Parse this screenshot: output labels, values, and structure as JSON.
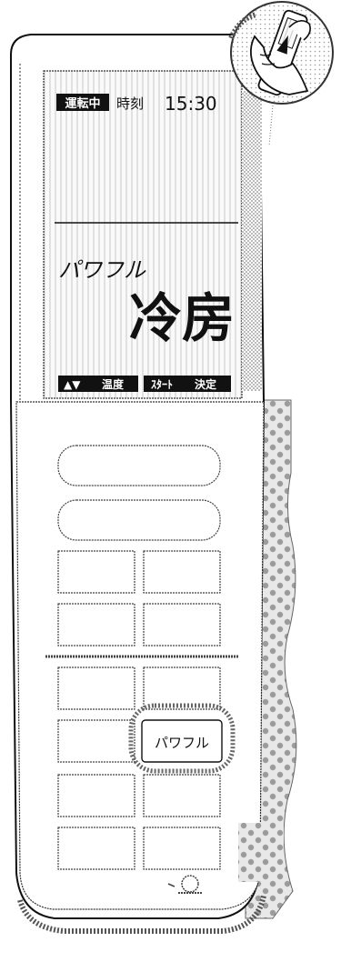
{
  "display": {
    "status_badge": "運転中",
    "time_label": "時刻",
    "clock": "15:30",
    "mode_prefix": "パワフル",
    "mode_main": "冷房",
    "footer_left_arrows": "▲▼",
    "footer_left_text": "温度",
    "footer_right_text": "決定",
    "footer_right_prefix": "ｽﾀｰﾄ"
  },
  "buttons": {
    "powerful_label": "パワフル"
  },
  "colors": {
    "ink": "#111111",
    "panel": "#ffffff",
    "dot_fill": "#9a9a9a",
    "display_bg": "#f3f3f3"
  },
  "icons": {
    "hand_remote": "hand-holding-remote-icon",
    "logo": "brand-logo-icon"
  }
}
